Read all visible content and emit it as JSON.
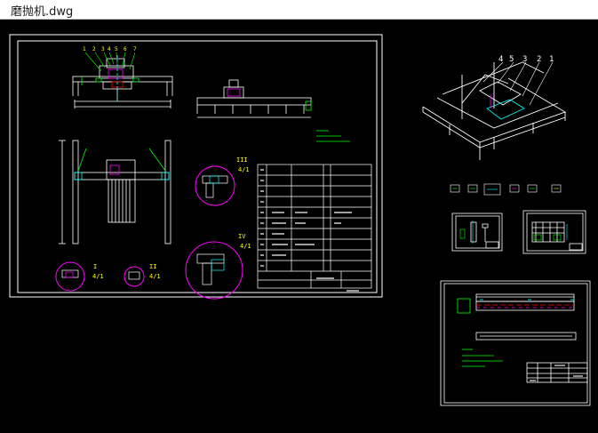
{
  "window": {
    "title": "磨抛机.dwg"
  },
  "colors": {
    "background": "#000000",
    "line": "#ffffff",
    "accent_green": "#00ff00",
    "accent_magenta": "#ff00ff",
    "accent_cyan": "#00ffff",
    "accent_yellow": "#ffff00",
    "accent_red": "#ff0000"
  },
  "drawing": {
    "balloons_front": [
      "1",
      "2",
      "3",
      "4",
      "5",
      "6",
      "7"
    ],
    "balloons_iso": [
      "4",
      "5",
      "3",
      "2",
      "1"
    ],
    "detail_labels": [
      "I",
      "II",
      "III",
      "IV"
    ],
    "detail_scale": "4/1"
  }
}
